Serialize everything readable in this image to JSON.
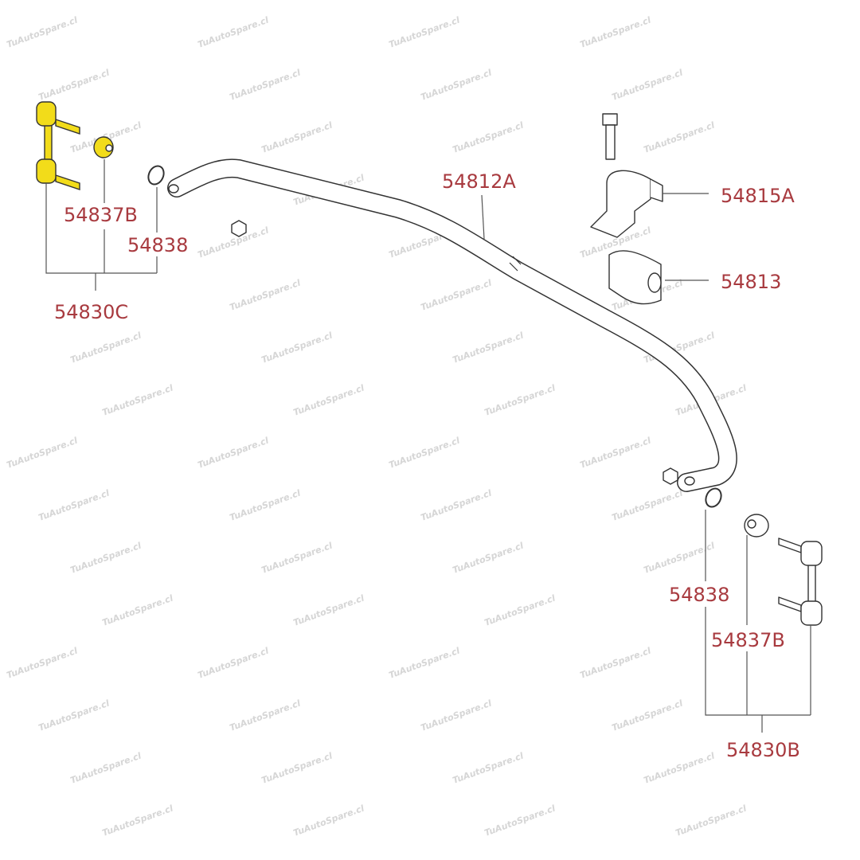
{
  "watermark": "TuAutoSpare.cl",
  "colors": {
    "label": "#a83a3f",
    "highlight": "#f2dc1a",
    "line": "#555555"
  },
  "labels": {
    "left_bushing": "54837B",
    "left_ring": "54838",
    "left_link_assembly": "54830C",
    "stabilizer_bar": "54812A",
    "bracket": "54815A",
    "bar_bushing": "54813",
    "right_ring": "54838",
    "right_bushing": "54837B",
    "right_link_assembly": "54830B"
  }
}
